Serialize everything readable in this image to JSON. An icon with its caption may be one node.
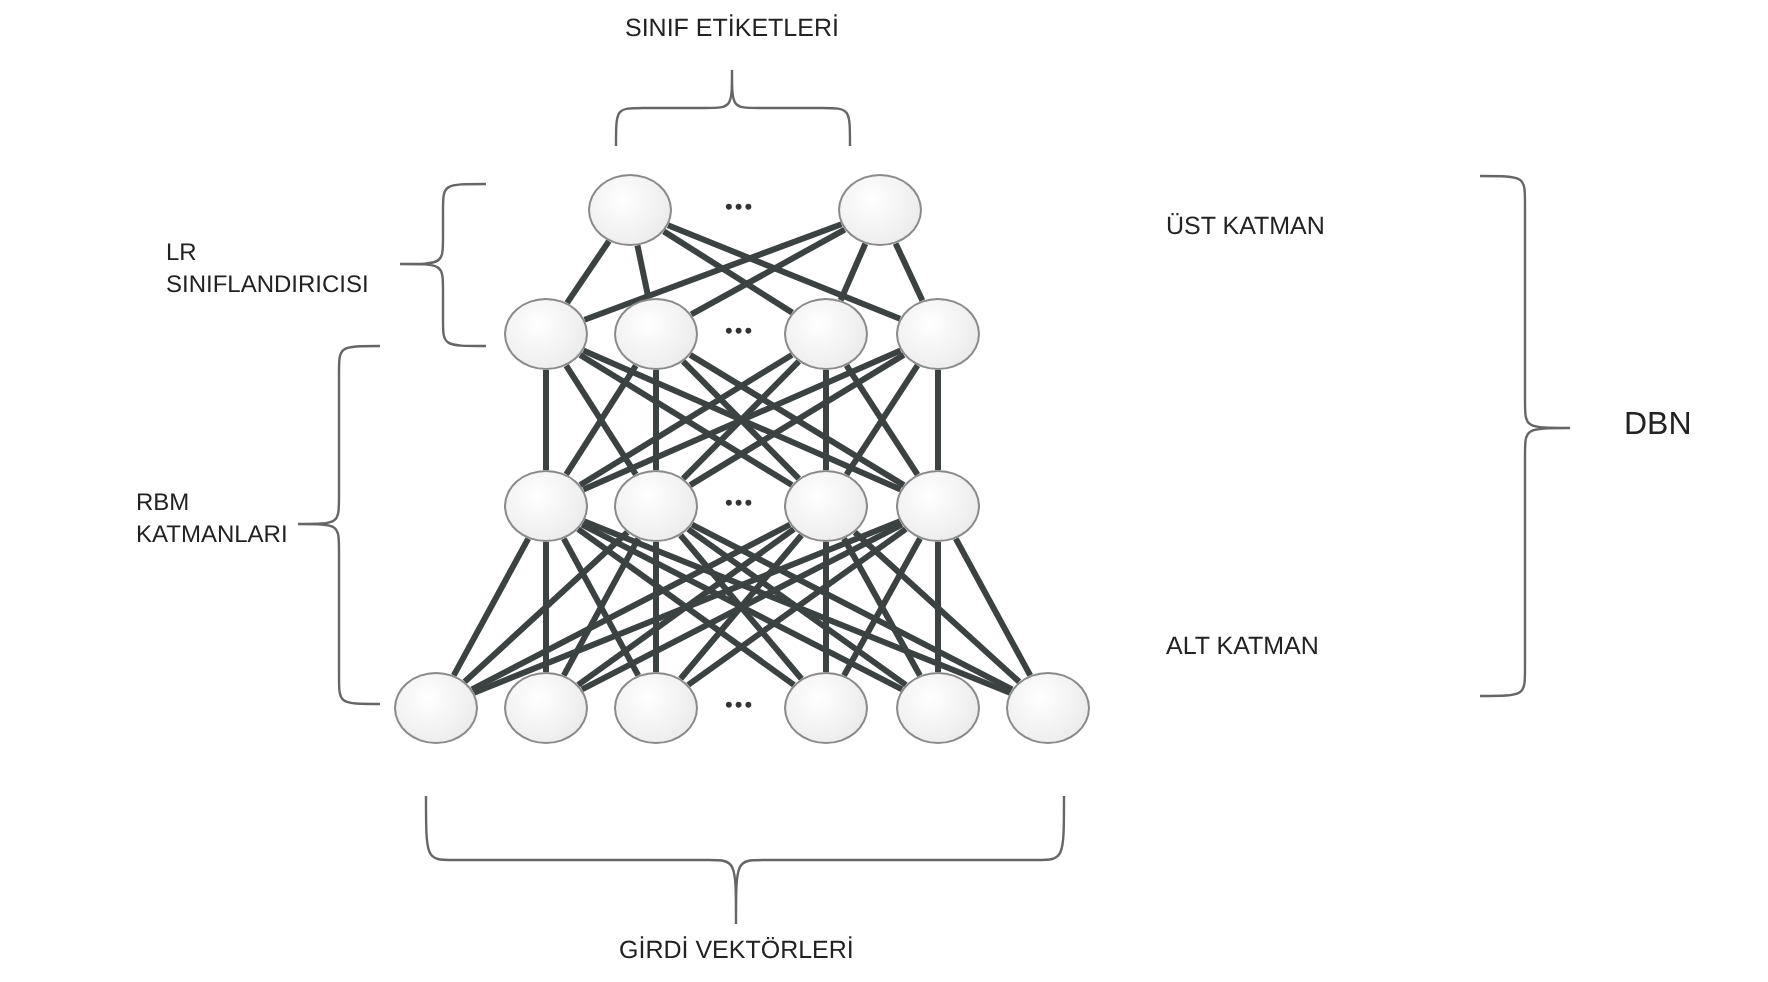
{
  "diagram": {
    "nodes": [
      {
        "text": [],
        "shape": "circle"
      },
      {
        "text": [],
        "shape": "circle"
      },
      {
        "text": [],
        "shape": "circle"
      },
      {
        "text": [],
        "shape": "circle"
      },
      {
        "text": [],
        "shape": "circle"
      },
      {
        "text": [],
        "shape": "circle"
      },
      {
        "text": [],
        "shape": "circle"
      },
      {
        "text": [],
        "shape": "circle"
      },
      {
        "text": [],
        "shape": "circle"
      },
      {
        "text": [],
        "shape": "circle"
      },
      {
        "text": [],
        "shape": "circle"
      },
      {
        "text": [],
        "shape": "circle"
      },
      {
        "text": [],
        "shape": "circle"
      },
      {
        "text": [],
        "shape": "circle"
      },
      {
        "text": [],
        "shape": "circle"
      },
      {
        "text": [],
        "shape": "circle"
      }
    ],
    "edges": [
      {
        "from": 0,
        "to": 2,
        "arrow": "none"
      },
      {
        "from": 0,
        "to": 3,
        "arrow": "none"
      },
      {
        "from": 0,
        "to": 4,
        "arrow": "none"
      },
      {
        "from": 0,
        "to": 5,
        "arrow": "none"
      },
      {
        "from": 1,
        "to": 2,
        "arrow": "none"
      },
      {
        "from": 1,
        "to": 3,
        "arrow": "none"
      },
      {
        "from": 1,
        "to": 4,
        "arrow": "none"
      },
      {
        "from": 1,
        "to": 5,
        "arrow": "none"
      },
      {
        "from": 2,
        "to": 6,
        "arrow": "none"
      },
      {
        "from": 2,
        "to": 7,
        "arrow": "none"
      },
      {
        "from": 2,
        "to": 8,
        "arrow": "none"
      },
      {
        "from": 2,
        "to": 9,
        "arrow": "none"
      },
      {
        "from": 3,
        "to": 6,
        "arrow": "none"
      },
      {
        "from": 3,
        "to": 7,
        "arrow": "none"
      },
      {
        "from": 3,
        "to": 8,
        "arrow": "none"
      },
      {
        "from": 3,
        "to": 9,
        "arrow": "none"
      },
      {
        "from": 4,
        "to": 6,
        "arrow": "none"
      },
      {
        "from": 4,
        "to": 7,
        "arrow": "none"
      },
      {
        "from": 4,
        "to": 8,
        "arrow": "none"
      },
      {
        "from": 4,
        "to": 9,
        "arrow": "none"
      },
      {
        "from": 5,
        "to": 6,
        "arrow": "none"
      },
      {
        "from": 5,
        "to": 7,
        "arrow": "none"
      },
      {
        "from": 5,
        "to": 8,
        "arrow": "none"
      },
      {
        "from": 5,
        "to": 9,
        "arrow": "none"
      },
      {
        "from": 6,
        "to": 10,
        "arrow": "none"
      },
      {
        "from": 6,
        "to": 11,
        "arrow": "none"
      },
      {
        "from": 6,
        "to": 12,
        "arrow": "none"
      },
      {
        "from": 6,
        "to": 13,
        "arrow": "none"
      },
      {
        "from": 6,
        "to": 14,
        "arrow": "none"
      },
      {
        "from": 6,
        "to": 15,
        "arrow": "none"
      },
      {
        "from": 7,
        "to": 10,
        "arrow": "none"
      },
      {
        "from": 7,
        "to": 11,
        "arrow": "none"
      },
      {
        "from": 7,
        "to": 12,
        "arrow": "none"
      },
      {
        "from": 7,
        "to": 13,
        "arrow": "none"
      },
      {
        "from": 7,
        "to": 14,
        "arrow": "none"
      },
      {
        "from": 7,
        "to": 15,
        "arrow": "none"
      },
      {
        "from": 8,
        "to": 10,
        "arrow": "none"
      },
      {
        "from": 8,
        "to": 11,
        "arrow": "none"
      },
      {
        "from": 8,
        "to": 12,
        "arrow": "none"
      },
      {
        "from": 8,
        "to": 13,
        "arrow": "none"
      },
      {
        "from": 8,
        "to": 14,
        "arrow": "none"
      },
      {
        "from": 8,
        "to": 15,
        "arrow": "none"
      },
      {
        "from": 9,
        "to": 10,
        "arrow": "none"
      },
      {
        "from": 9,
        "to": 11,
        "arrow": "none"
      },
      {
        "from": 9,
        "to": 12,
        "arrow": "none"
      },
      {
        "from": 9,
        "to": 13,
        "arrow": "none"
      },
      {
        "from": 9,
        "to": 14,
        "arrow": "none"
      },
      {
        "from": 9,
        "to": 15,
        "arrow": "none"
      }
    ],
    "labels": [
      "SINIF ETİKETLERİ",
      "•••",
      "ÜST KATMAN",
      "LR SINIFLANDIRICISI",
      "•••",
      "DBN",
      "RBM KATMANLARI",
      "•••",
      "ALT KATMAN",
      "•••",
      "GİRDİ VEKTÖRLERİ"
    ]
  }
}
